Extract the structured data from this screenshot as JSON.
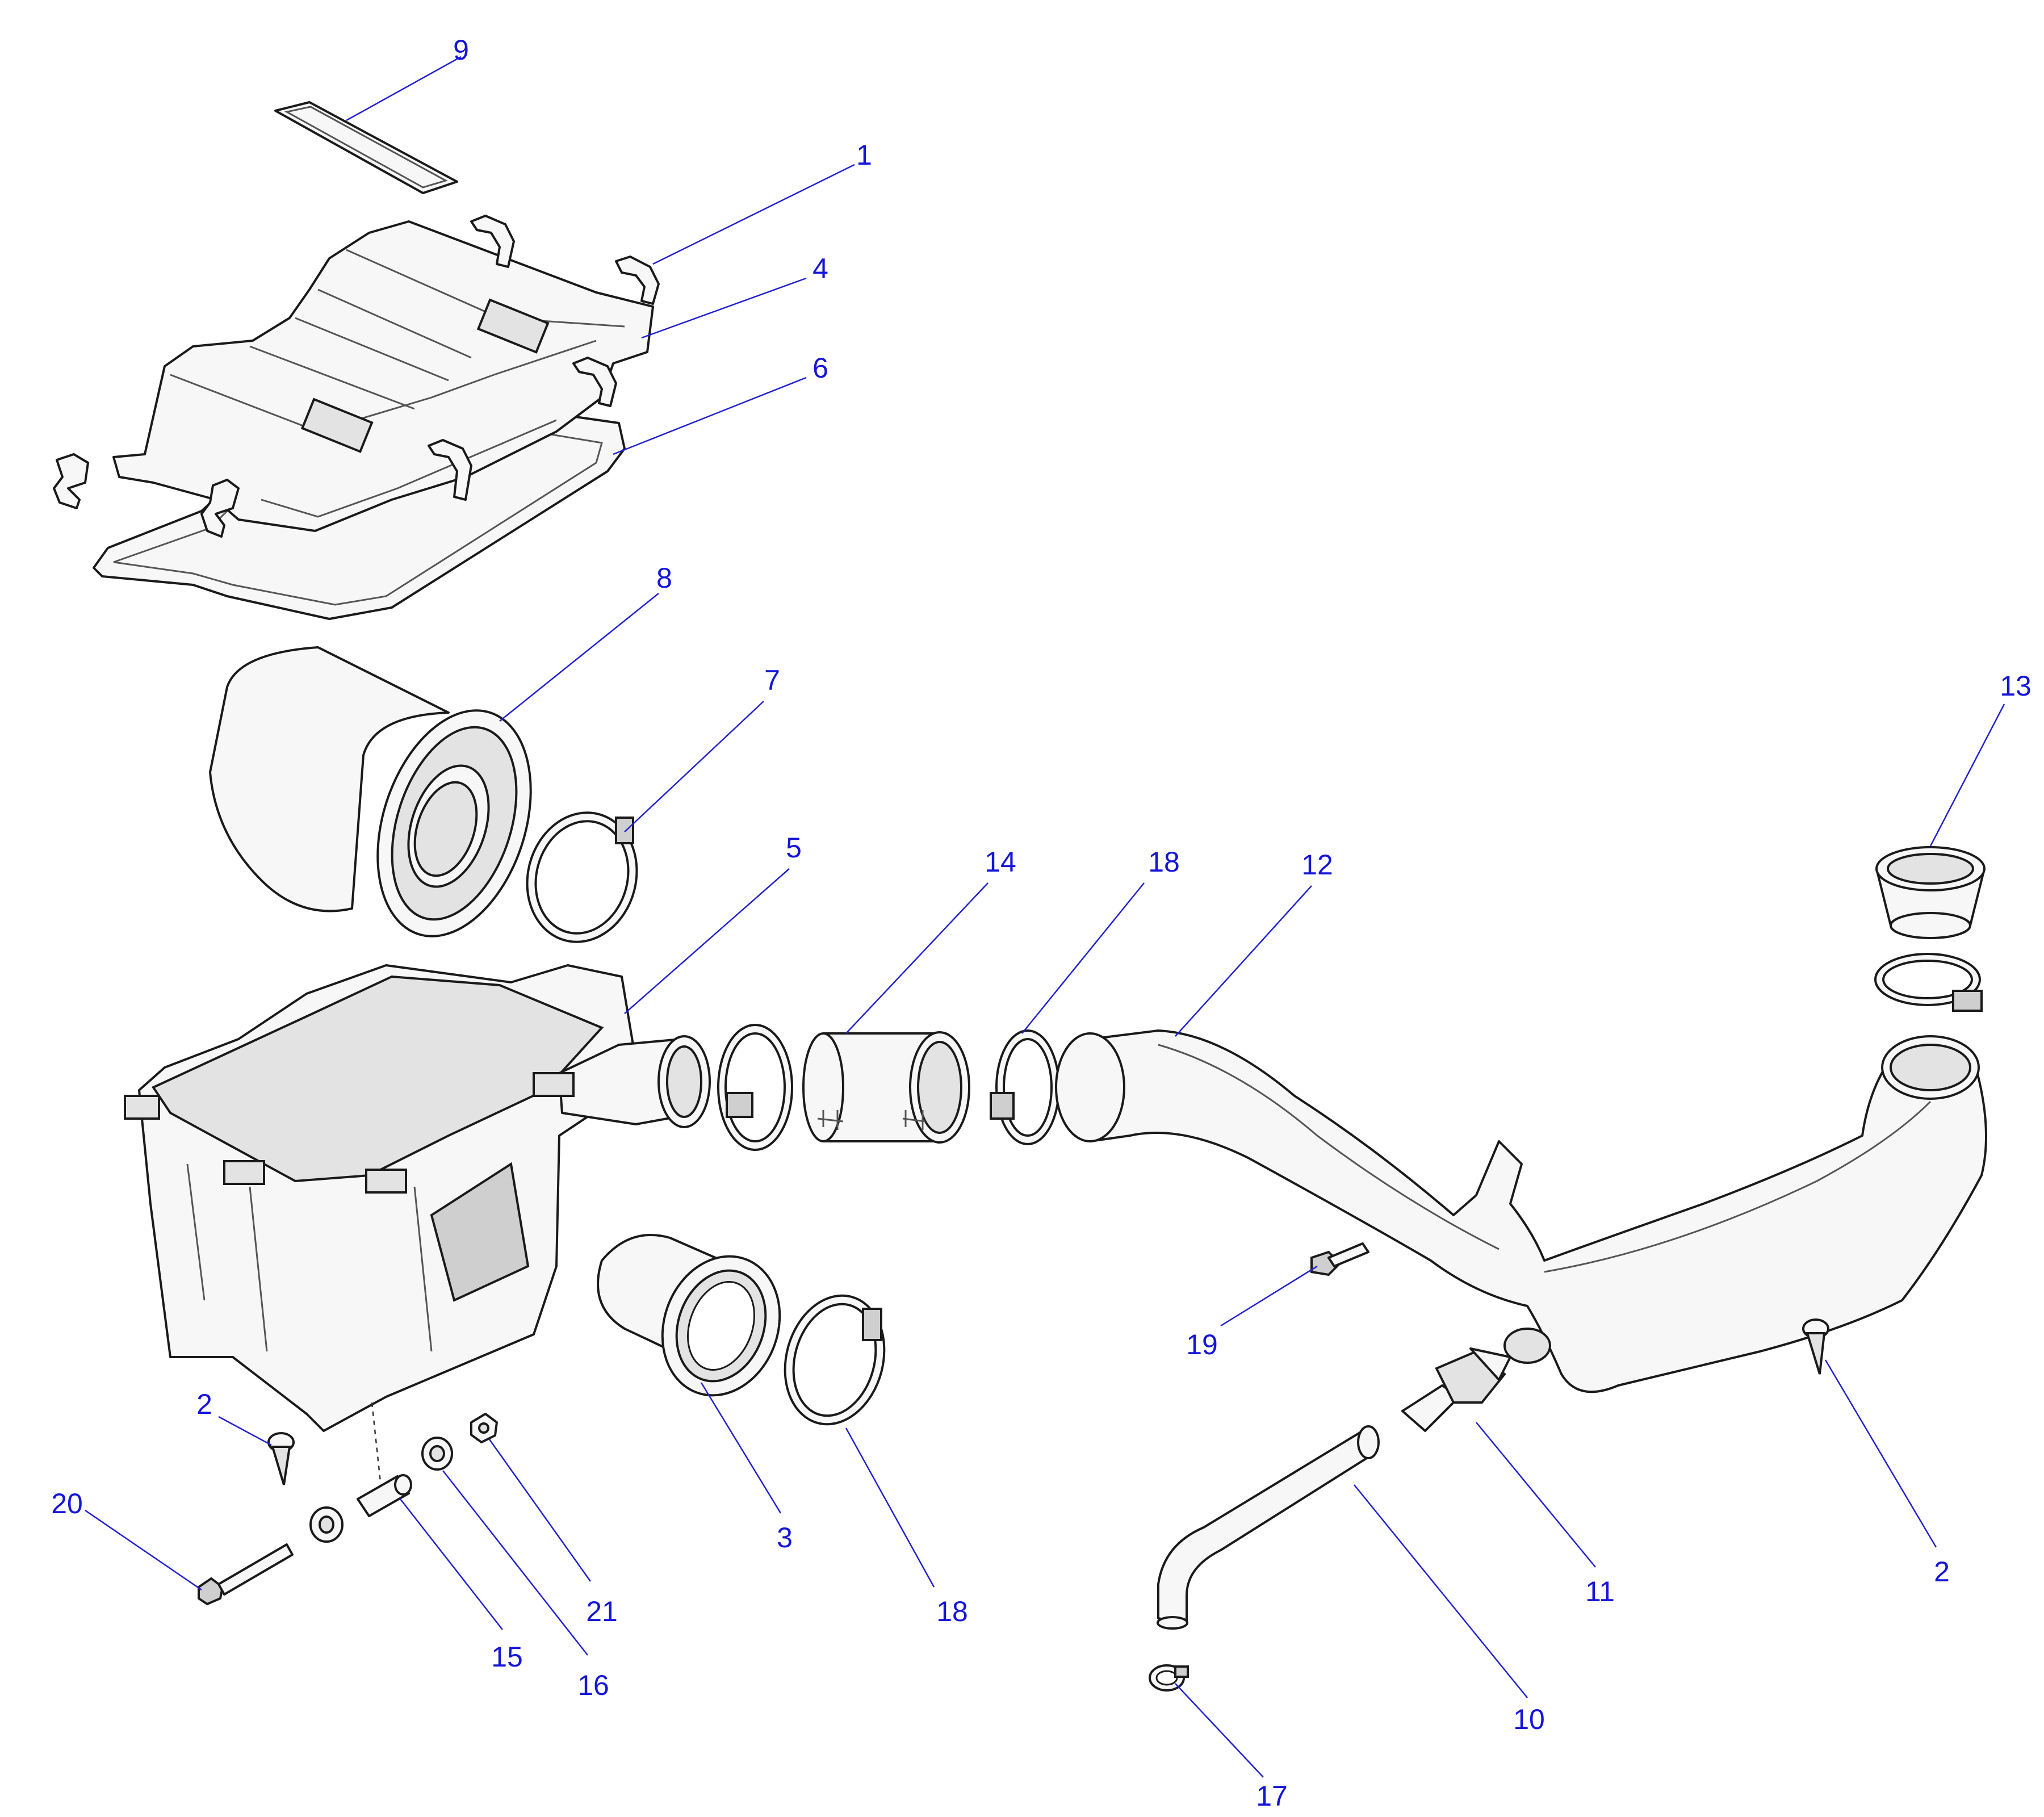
{
  "callouts": {
    "c1": "1",
    "c2a": "2",
    "c2b": "2",
    "c3": "3",
    "c4": "4",
    "c5": "5",
    "c6": "6",
    "c7": "7",
    "c8": "8",
    "c9": "9",
    "c10": "10",
    "c11": "11",
    "c12": "12",
    "c13": "13",
    "c14": "14",
    "c15": "15",
    "c16": "16",
    "c17": "17",
    "c18a": "18",
    "c18b": "18",
    "c19": "19",
    "c20": "20",
    "c21": "21"
  },
  "colors": {
    "callout": "#1515d8",
    "part_fill": "#f7f7f7",
    "outline": "#1a1a1a"
  }
}
